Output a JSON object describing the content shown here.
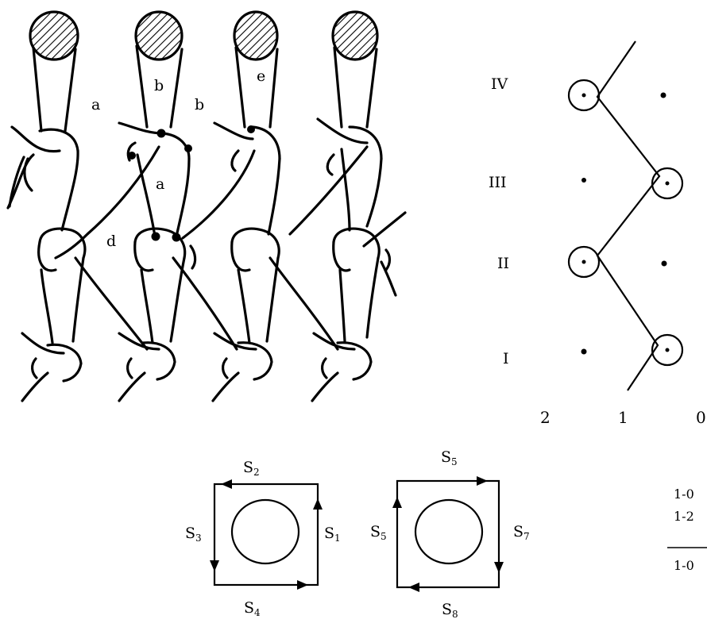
{
  "fabric": {
    "labels": {
      "a1": "a",
      "b1": "b",
      "b2": "b",
      "e": "e",
      "a2": "a",
      "d": "d"
    }
  },
  "lapping": {
    "courses": [
      "IV",
      "III",
      "II",
      "I"
    ],
    "needle_spaces": [
      "2",
      "1",
      "0"
    ]
  },
  "boxes": [
    {
      "top": {
        "main": "S",
        "sub": "2"
      },
      "left": {
        "main": "S",
        "sub": "3"
      },
      "right": {
        "main": "S",
        "sub": "1"
      },
      "bottom": {
        "main": "S",
        "sub": "4"
      }
    },
    {
      "top": {
        "main": "S",
        "sub": "5"
      },
      "left": {
        "main": "S",
        "sub": "5"
      },
      "right": {
        "main": "S",
        "sub": "7"
      },
      "bottom": {
        "main": "S",
        "sub": "8"
      }
    }
  ],
  "notation": {
    "line1": "1-0",
    "line2": "1-2",
    "result": "1-0"
  }
}
